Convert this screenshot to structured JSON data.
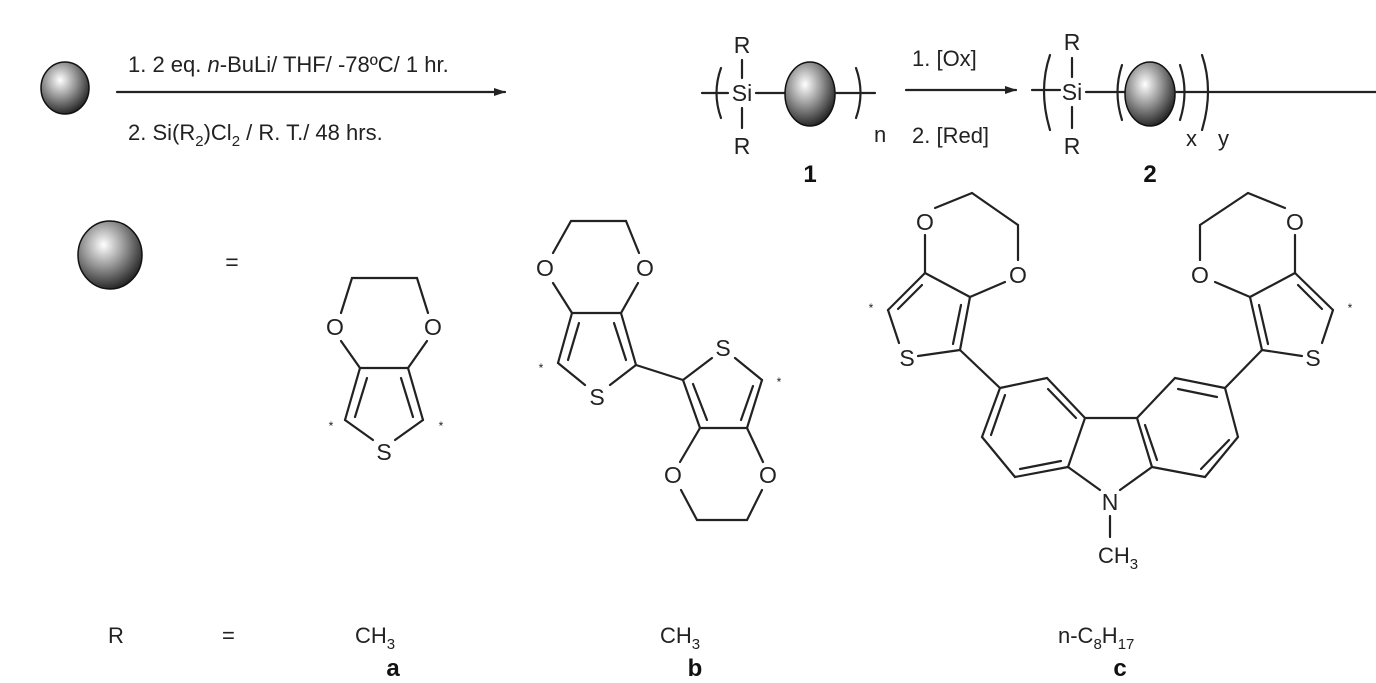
{
  "scheme": {
    "step1": {
      "line1_prefix": "1. 2 eq. ",
      "line1_italic": "n",
      "line1_suffix": "-BuLi/ THF/ -78ºC/ 1 hr.",
      "line2_a": "2. Si(R",
      "line2_sub1": "2",
      "line2_b": ")Cl",
      "line2_sub2": "2",
      "line2_c": " / R. T./ 48 hrs."
    },
    "step2": {
      "line1": "1. [Ox]",
      "line2": "2. [Red]"
    },
    "product1": {
      "si": "Si",
      "r_top": "R",
      "r_bottom": "R",
      "repeat": "n",
      "label": "1"
    },
    "product2": {
      "si": "Si",
      "r_top": "R",
      "r_bottom": "R",
      "repeat_inner": "x",
      "repeat_outer": "y",
      "label": "2"
    }
  },
  "legend": {
    "equals": "=",
    "r_label": "R",
    "r_equals": "="
  },
  "atoms": {
    "O": "O",
    "S": "S",
    "N": "N",
    "star": "*",
    "ch3": "CH",
    "ch3_sub": "3"
  },
  "monomers": [
    {
      "label": "a",
      "r_value": "CH",
      "r_sub": "3"
    },
    {
      "label": "b",
      "r_value": "CH",
      "r_sub": "3"
    },
    {
      "label": "c",
      "r_value_a": "n-C",
      "r_sub1": "8",
      "r_value_b": "H",
      "r_sub2": "17"
    }
  ],
  "colors": {
    "ink": "#222222",
    "sphere_light": "#ffffff",
    "sphere_dark": "#1a1a1a"
  }
}
